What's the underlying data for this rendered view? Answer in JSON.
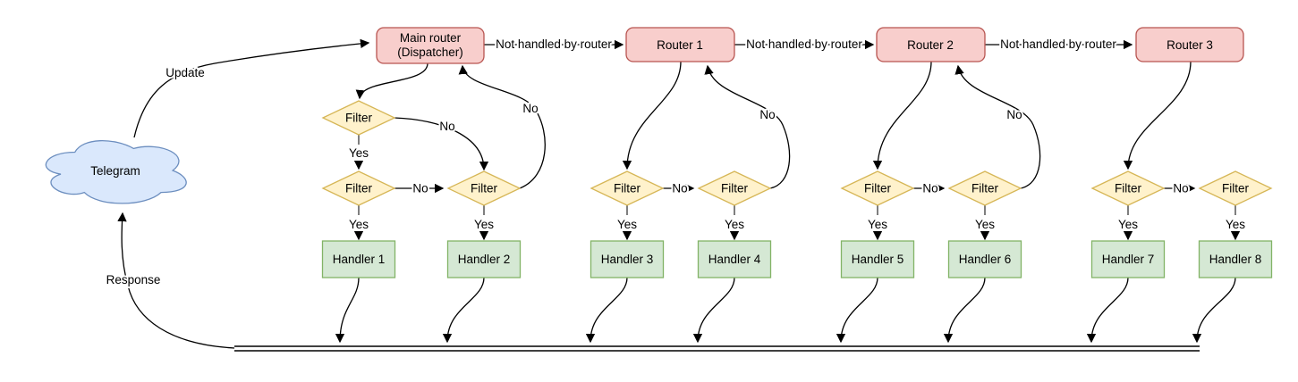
{
  "diagram": {
    "cloud_label": "Telegram",
    "labels": {
      "update": "Update",
      "response": "Response",
      "not_handled": "Not handled by router",
      "yes": "Yes",
      "no": "No",
      "filter": "Filter"
    },
    "main_router": {
      "line1": "Main router",
      "line2": "(Dispatcher)"
    },
    "routers": [
      "Router 1",
      "Router 2",
      "Router 3"
    ],
    "handlers": [
      "Handler 1",
      "Handler 2",
      "Handler 3",
      "Handler 4",
      "Handler 5",
      "Handler 6",
      "Handler 7",
      "Handler 8"
    ],
    "colors": {
      "router_fill": "#f8cecc",
      "router_stroke": "#b85450",
      "filter_fill": "#fff2cc",
      "filter_stroke": "#d6b656",
      "handler_fill": "#d5e8d4",
      "handler_stroke": "#82b366",
      "cloud_fill": "#dae8fc",
      "cloud_stroke": "#6c8ebf",
      "edge": "#000000",
      "stub": "#7f7f7f"
    }
  }
}
